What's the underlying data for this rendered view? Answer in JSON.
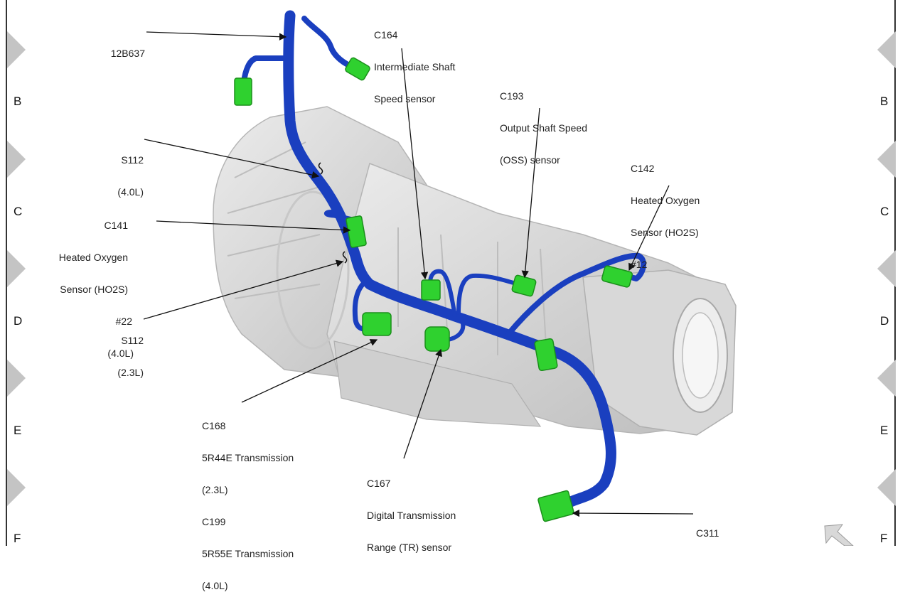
{
  "diagram": {
    "title": "Transmission wiring harness connector locations",
    "harness_id": "12B637",
    "zone_letters": [
      "B",
      "C",
      "D",
      "E",
      "F"
    ],
    "colors": {
      "harness": "#1a3fbf",
      "connector": "#2fd12f",
      "housing": "#d9d9d9",
      "zone_marker": "#c4c4c4"
    },
    "callouts": {
      "harness": {
        "lines": [
          "12B637"
        ]
      },
      "s112_40": {
        "lines": [
          "S112",
          "(4.0L)"
        ]
      },
      "c141": {
        "lines": [
          "C141",
          "Heated Oxygen",
          "Sensor (HO2S)",
          "#22",
          "(4.0L)"
        ]
      },
      "s112_23": {
        "lines": [
          "S112",
          "(2.3L)"
        ]
      },
      "c168": {
        "lines": [
          "C168",
          "5R44E Transmission",
          "(2.3L)",
          "C199",
          "5R55E Transmission",
          "(4.0L)"
        ]
      },
      "c164": {
        "lines": [
          "C164",
          "Intermediate Shaft",
          "Speed sensor"
        ]
      },
      "c193": {
        "lines": [
          "C193",
          "Output Shaft Speed",
          "(OSS) sensor"
        ]
      },
      "c142": {
        "lines": [
          "C142",
          "Heated Oxygen",
          "Sensor (HO2S)",
          "#12"
        ]
      },
      "c167": {
        "lines": [
          "C167",
          "Digital Transmission",
          "Range (TR) sensor"
        ]
      },
      "c311": {
        "lines": [
          "C311"
        ]
      }
    }
  }
}
